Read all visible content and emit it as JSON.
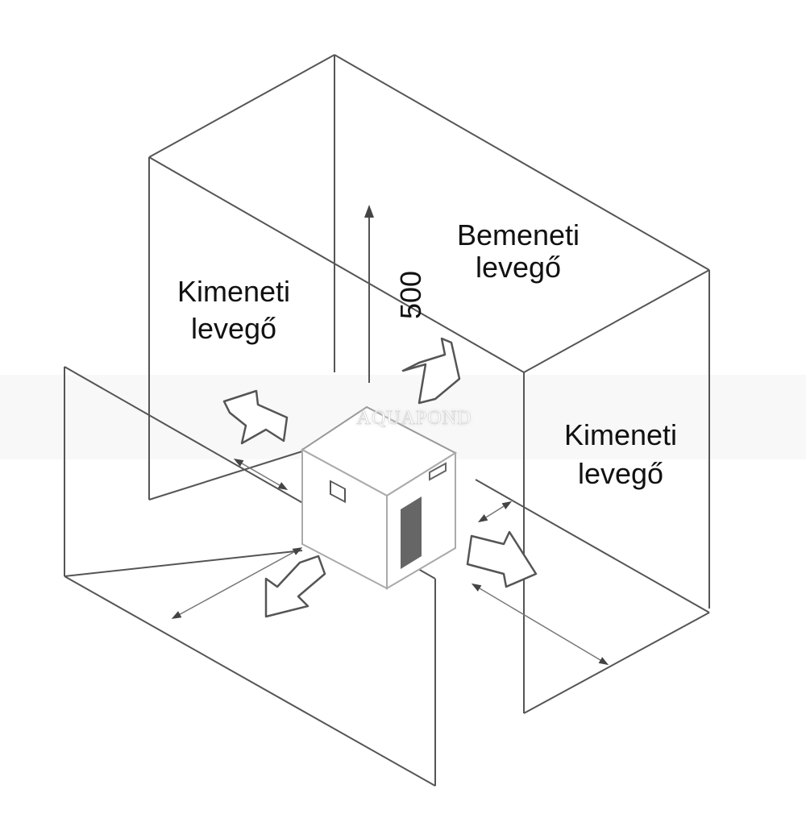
{
  "labels": {
    "inlet_air": [
      "Bemeneti",
      "levegő"
    ],
    "outlet_air_left": [
      "Kimeneti",
      "levegő"
    ],
    "outlet_air_right": [
      "Kimeneti",
      "levegő"
    ],
    "clearance_top": "500"
  },
  "watermark": "AQUAPOND",
  "colors": {
    "line": "#555555",
    "text": "#111111"
  }
}
